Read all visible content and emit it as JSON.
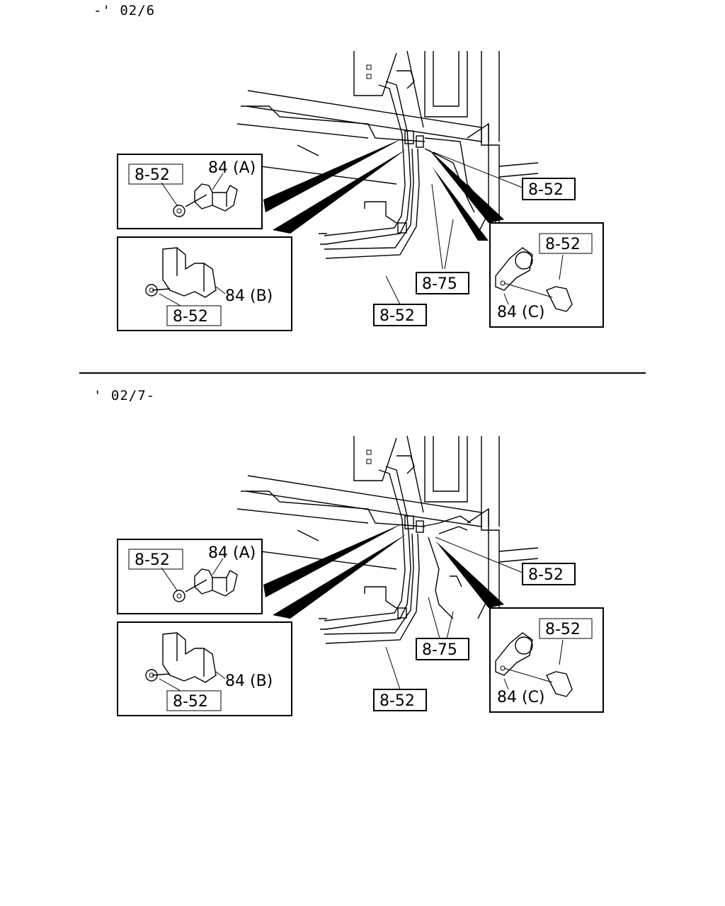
{
  "sections": [
    {
      "period": "-' 02/6",
      "callouts": {
        "inset_a_ref": "8-52",
        "inset_a_part": "84 (A)",
        "inset_b_ref": "8-52",
        "inset_b_part": "84 (B)",
        "inset_c_ref": "8-52",
        "inset_c_part": "84 (C)",
        "main_right_ref": "8-52",
        "main_hose_ref": "8-75",
        "main_bottom_ref": "8-52"
      }
    },
    {
      "period": "' 02/7-",
      "callouts": {
        "inset_a_ref": "8-52",
        "inset_a_part": "84 (A)",
        "inset_b_ref": "8-52",
        "inset_b_part": "84 (B)",
        "inset_c_ref": "8-52",
        "inset_c_part": "84 (C)",
        "main_right_ref": "8-52",
        "main_hose_ref": "8-75",
        "main_bottom_ref": "8-52"
      }
    }
  ]
}
